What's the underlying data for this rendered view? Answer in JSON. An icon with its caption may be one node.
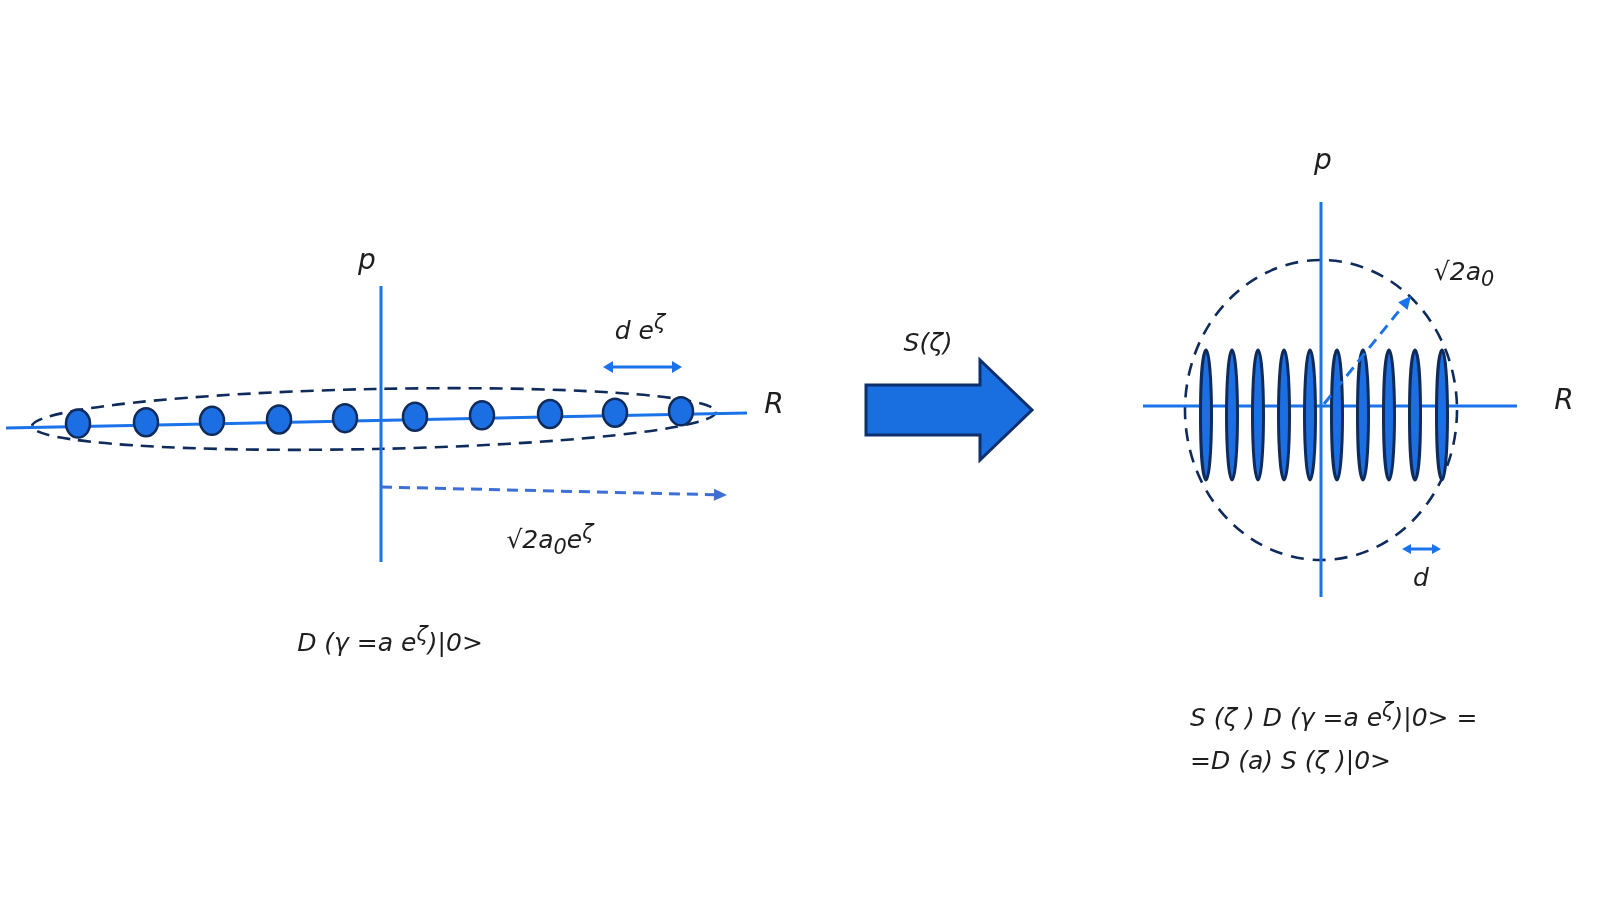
{
  "diagram": {
    "nodes": [
      {
        "text": [],
        "shape": "picture",
        "beside": [
          "D (γ =a e$^{ζ}$)|0>"
        ]
      },
      {
        "text": [],
        "shape": "picture"
      }
    ],
    "edges": [
      {
        "from": 0,
        "to": 1,
        "arrow": "to",
        "label": "S(ζ)",
        "style": "thick"
      }
    ],
    "labels": [
      "p",
      "d e$^{ζ}$",
      "R",
      "√2a$_{0}$e$^{ζ}$",
      "p",
      "√2a$_{0}$",
      "R",
      "d",
      "S (ζ ) D (γ =a e$^{ζ}$)|0> = =D (a) S (ζ )|0>"
    ]
  }
}
